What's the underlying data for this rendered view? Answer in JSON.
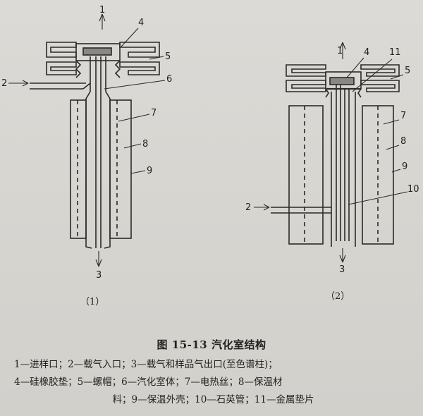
{
  "figure": {
    "left_labels": [
      "1",
      "4",
      "2",
      "5",
      "6",
      "7",
      "8",
      "9",
      "3"
    ],
    "right_labels": [
      "1",
      "4",
      "11",
      "5",
      "7",
      "8",
      "9",
      "10",
      "2",
      "3"
    ],
    "sub_left": "（1）",
    "sub_right": "（2）"
  },
  "caption": "图 15-13   汽化室结构",
  "legend": {
    "line1": "1—进样口；2—载气入口；3—载气和样品气出口(至色谱柱)；",
    "line2": "4—硅橡胶垫；5—螺帽；6—汽化室体；7—电热丝；8—保温材",
    "line3": "料；9—保温外壳；10—石英管；11—金属垫片"
  }
}
